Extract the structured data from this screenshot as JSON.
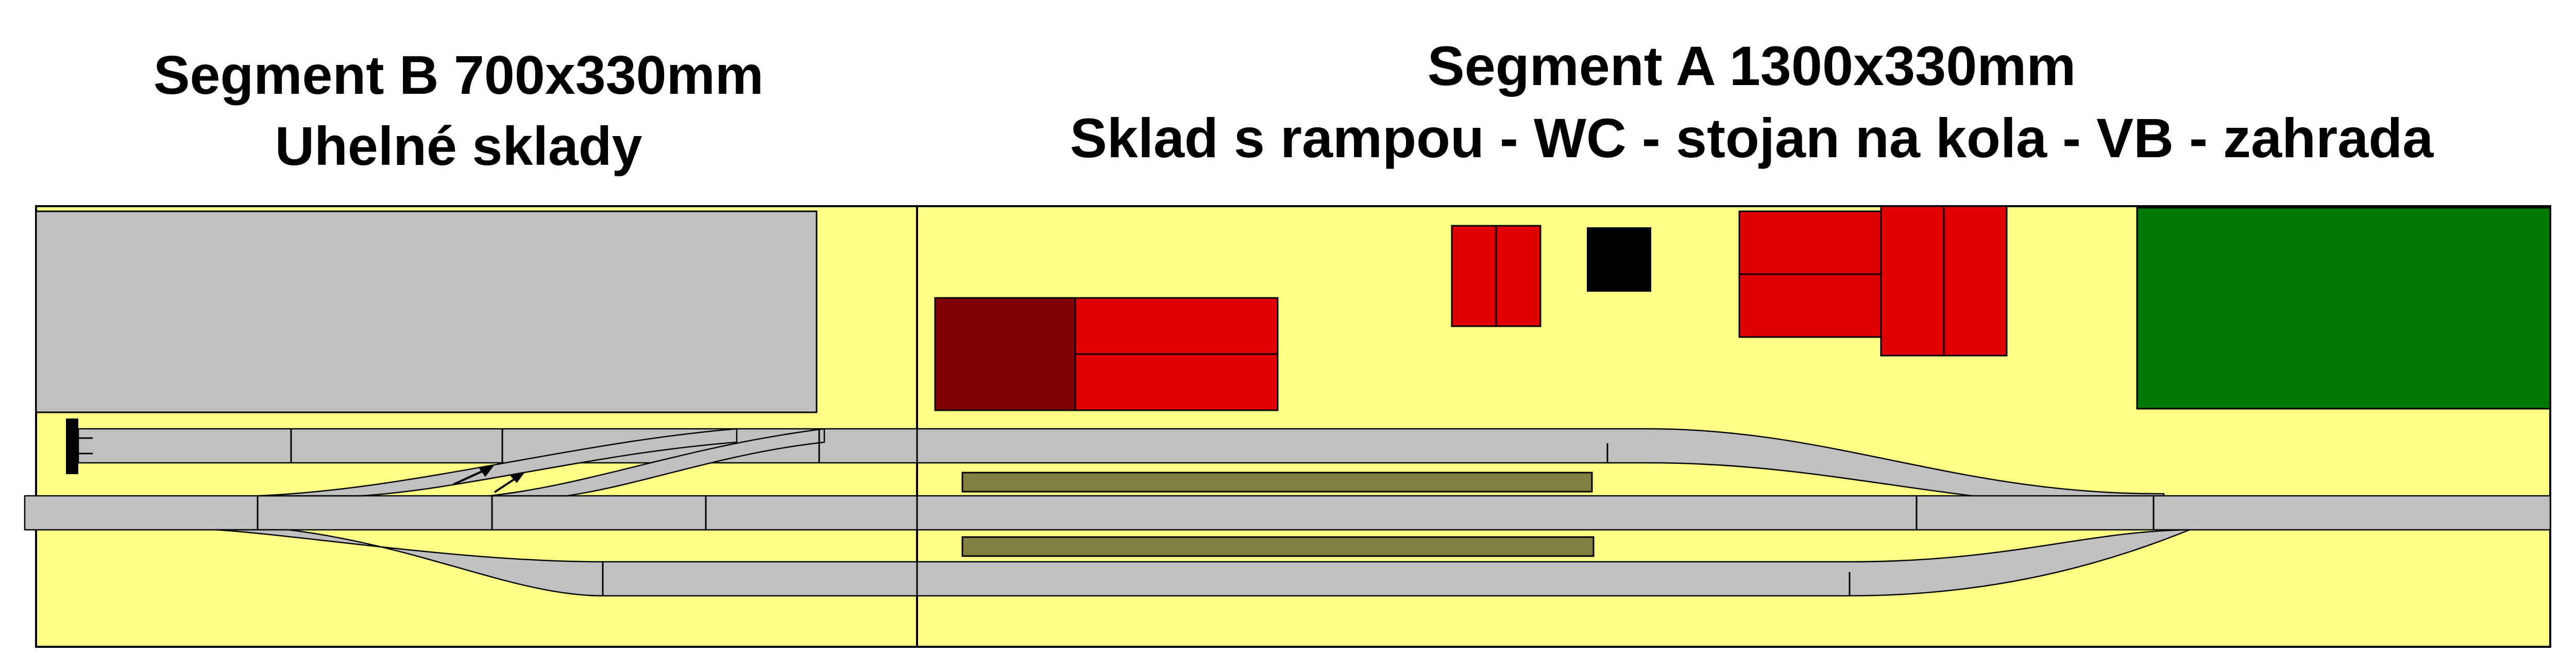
{
  "segment_b": {
    "title": "Segment B 700x330mm",
    "subtitle": "Uhelné sklady"
  },
  "segment_a": {
    "title": "Segment A 1300x330mm",
    "subtitle": "Sklad s rampou - WC - stojan na kola - VB - zahrada"
  },
  "colors": {
    "baseboard": "#ffff88",
    "coal_yard": "#c0c0c0",
    "track": "#c0c0c0",
    "building_red": "#e00000",
    "building_dark_red": "#800000",
    "garden": "#007800",
    "platform": "#808040",
    "wc": "#000000",
    "outline": "#000000"
  }
}
